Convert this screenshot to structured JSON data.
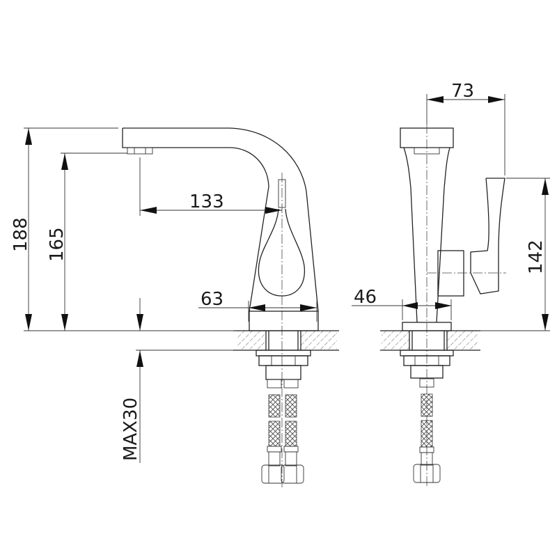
{
  "drawing": {
    "title": "Basin mixer technical drawing",
    "views": [
      "front-view",
      "side-view"
    ],
    "line_color": "#222222",
    "background": "#ffffff"
  },
  "dimensions": {
    "total_height": "188",
    "spout_height": "165",
    "spout_reach": "133",
    "base_diameter_front": "63",
    "max_countertop_thickness": "MAX30",
    "handle_offset": "73",
    "base_diameter_side": "46",
    "handle_height": "142"
  }
}
